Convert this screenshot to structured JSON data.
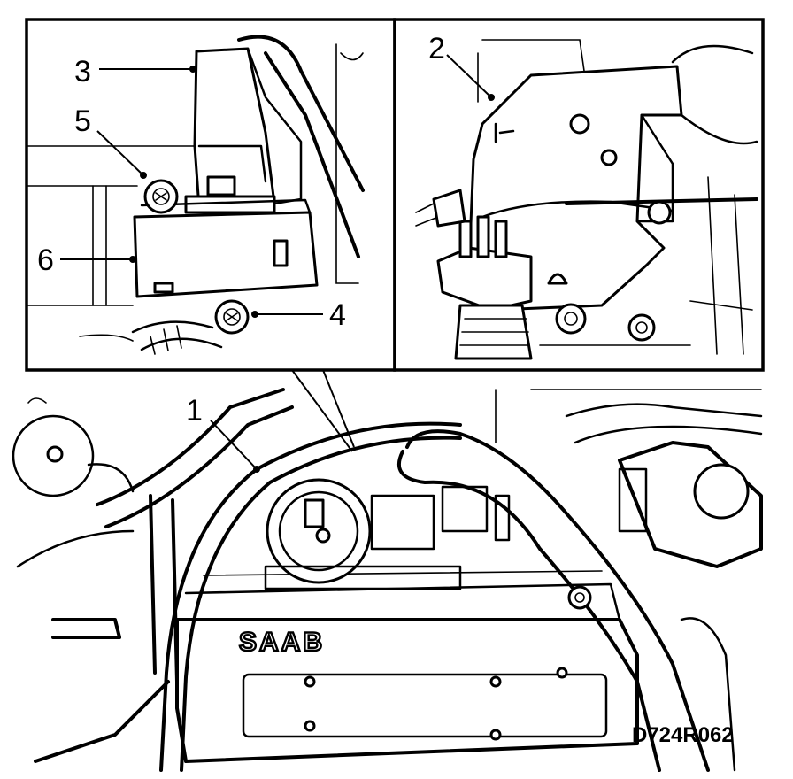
{
  "callouts": {
    "one": "1",
    "two": "2",
    "three": "3",
    "four": "4",
    "five": "5",
    "six": "6"
  },
  "figure_code": "D724R062",
  "engine_logo": "SAAB"
}
